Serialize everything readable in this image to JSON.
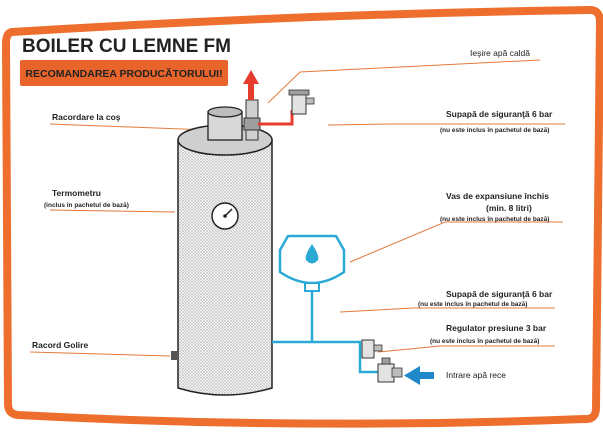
{
  "title": "BOILER CU LEMNE FM",
  "banner": "RECOMANDAREA PRODUCĂTORULUI!",
  "colors": {
    "frame": "#ee6f2d",
    "banner": "#e8642a",
    "red_accent": "#e53c2e",
    "blue_pipe": "#2aa9d6",
    "cold_arrow": "#1e88c9",
    "leader": "#e27a3b"
  },
  "labels": {
    "outlet": "Ieşire apă caldă",
    "chimney": "Racordare la coş",
    "safety_valve_top": "Supapă de siguranţă 6 bar",
    "safety_valve_top_note": "(nu este inclus în pachetul de bază)",
    "thermometer": "Termometru",
    "thermometer_note": "(inclus în pachetul de bază)",
    "expansion": "Vas de expansiune închis",
    "expansion_sub": "(min. 8 litri)",
    "expansion_note": "(nu este inclus în pachetul de bază)",
    "safety_valve_bottom": "Supapă de siguranţă 6 bar",
    "safety_valve_bottom_note": "(nu este inclus în pachetul de bază)",
    "regulator": "Regulator presiune 3 bar",
    "regulator_note": "(nu este inclus în pachetul de bază)",
    "drain": "Racord Golire",
    "inlet": "Intrare apă rece"
  },
  "icons": {
    "up_arrow": "arrow-up-icon",
    "thermometer": "gauge-icon",
    "water_drop": "water-drop-icon",
    "valve": "valve-icon",
    "inlet_arrow": "arrow-left-icon"
  }
}
